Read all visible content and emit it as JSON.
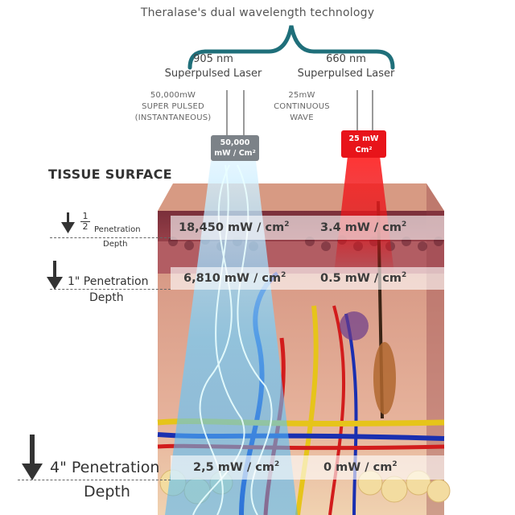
{
  "header": {
    "title": "Theralase's dual wavelength technology"
  },
  "left_laser": {
    "wavelength": "905 nm",
    "name": "Superpulsed Laser",
    "power": "50,000mW",
    "mode_line1": "SUPER PULSED",
    "mode_line2": "(INSTANTANEOUS)",
    "probe_line1": "50,000",
    "probe_line2": "mW / Cm²",
    "color": "#7c8288"
  },
  "right_laser": {
    "wavelength": "660 nm",
    "name": "Superpulsed Laser",
    "power": "25mW",
    "mode_line1": "CONTINUOUS",
    "mode_line2": "WAVE",
    "probe_line1": "25 mW",
    "probe_line2": "Cm²",
    "color": "#e8141a"
  },
  "bracket_color": "#1f6f7a",
  "tissue_surface": "TISSUE SURFACE",
  "depths": [
    {
      "fraction_num": "1",
      "fraction_den": "2",
      "label1": "Penetration",
      "label2": "Depth",
      "left_value": "18,450 mW / cm",
      "right_value": "3.4 mW / cm",
      "sup": "2"
    },
    {
      "label1": "1\" Penetration",
      "label2": "Depth",
      "left_value": "6,810 mW / cm",
      "right_value": "0.5 mW / cm",
      "sup": "2"
    },
    {
      "label1": "4\" Penetration",
      "label2": "Depth",
      "left_value": "2,5 mW / cm",
      "right_value": "0 mW / cm",
      "sup": "2"
    }
  ]
}
